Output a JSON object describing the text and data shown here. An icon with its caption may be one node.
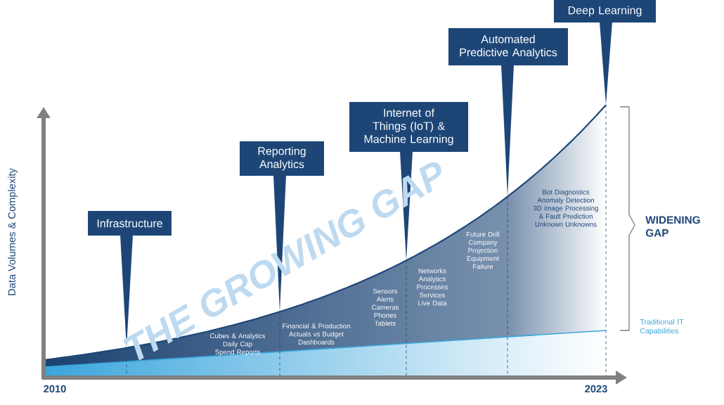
{
  "diagram": {
    "nodes": [
      {
        "text": [
          "Infrastructure"
        ]
      },
      {
        "text": [
          "Reporting Analytics"
        ]
      },
      {
        "text": [
          "Internet of Things (IoT) & Machine Learning"
        ]
      },
      {
        "text": [
          "Automated Predictive Analytics"
        ]
      },
      {
        "text": [
          "Deep Learning"
        ]
      }
    ],
    "labels": [
      "Data Volumes & Complexity",
      "THE GROWING GAP",
      "Cubes & Analytics Daily Cap Spend Reports",
      "Financial & Production Actuals vs Budget Dashboards",
      "Sensors Alerts Cameras Phones Tablets",
      "Networks Analytics Processes Services Live Data",
      "Future Drill Company Projection Equipment Failure",
      "Bot Diagnostics Anomaly Detection 3D Image Processing & Fault Prediction Unknown Unknowns",
      "WIDENING GAP",
      "Traditional IT Capabilities",
      "2010",
      "2023"
    ]
  }
}
